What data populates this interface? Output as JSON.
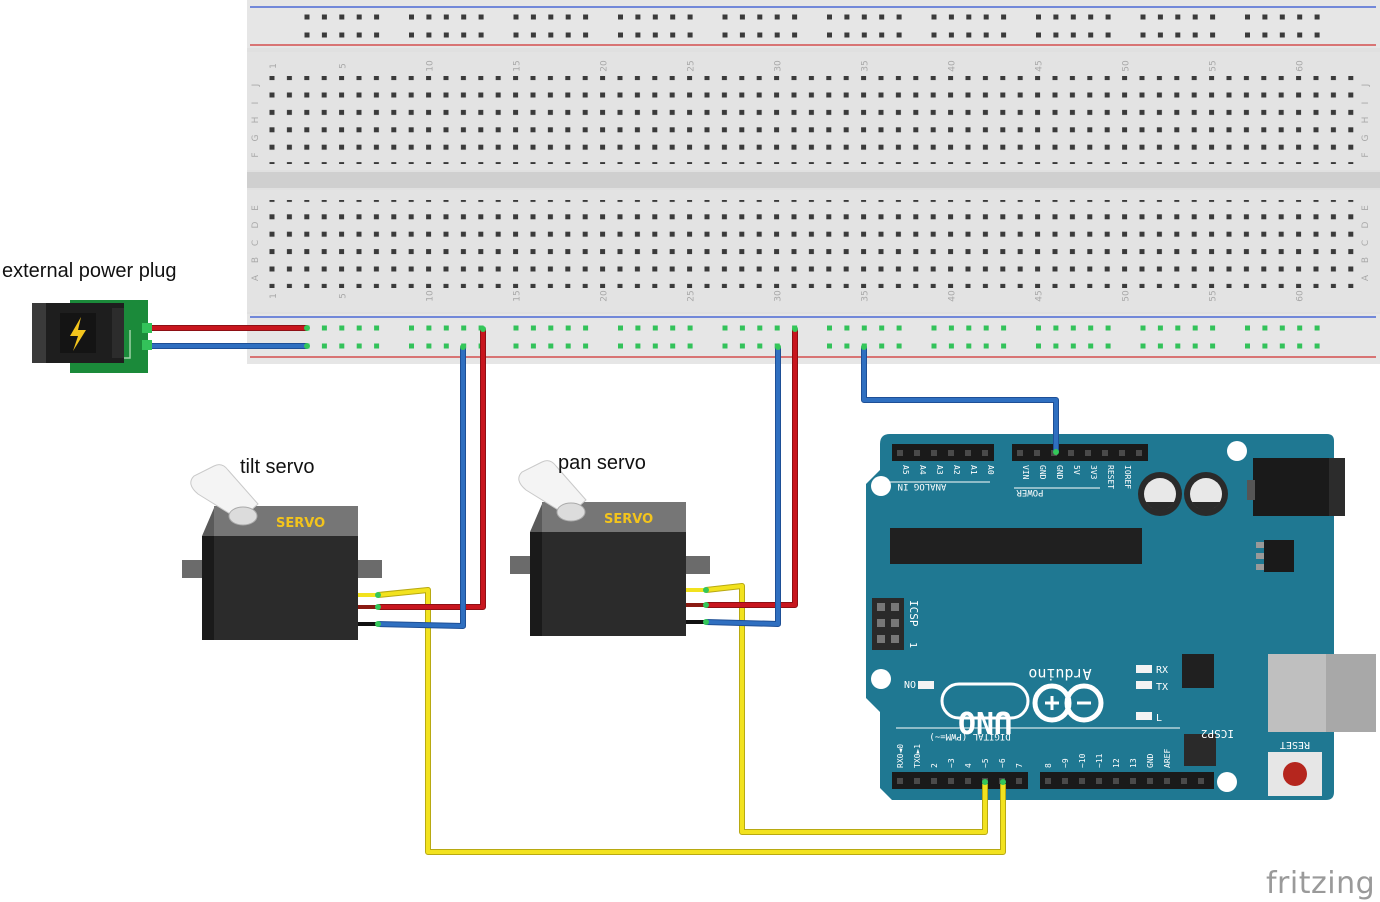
{
  "labels": {
    "power_plug": "external power plug",
    "tilt_servo": "tilt servo",
    "pan_servo": "pan servo",
    "servo_body": "SERVO",
    "watermark": "fritzing"
  },
  "breadboard": {
    "column_numbers": [
      "1",
      "5",
      "10",
      "15",
      "20",
      "25",
      "30",
      "35",
      "40",
      "45",
      "50",
      "55",
      "60"
    ],
    "row_letters_top": [
      "J",
      "I",
      "H",
      "G",
      "F"
    ],
    "row_letters_bottom": [
      "E",
      "D",
      "C",
      "B",
      "A"
    ]
  },
  "arduino": {
    "board_name": "Arduino",
    "model": "UNO",
    "analog_header_title": "ANALOG IN",
    "analog_pins": [
      "A5",
      "A4",
      "A3",
      "A2",
      "A1",
      "A0"
    ],
    "power_header_title": "POWER",
    "power_pins": [
      "VIN",
      "GND",
      "GND",
      "5V",
      "3V3",
      "RESET",
      "IOREF"
    ],
    "digital_header_title": "DIGITAL (PWM=~)",
    "digital_pins_low": [
      "RX0◄0",
      "TX0►1",
      "2",
      "~3",
      "4",
      "~5",
      "~6",
      "7"
    ],
    "digital_pins_high": [
      "8",
      "~9",
      "~10",
      "~11",
      "12",
      "13",
      "GND",
      "AREF"
    ],
    "icsp_label": "ICSP",
    "icsp2_label": "ICSP2",
    "on_label": "ON",
    "rx_label": "RX",
    "tx_label": "TX",
    "l_label": "L",
    "reset_label": "RESET",
    "pin_one_label": "1"
  },
  "colors": {
    "wire_red": "#c8161e",
    "wire_blue": "#2f6fc0",
    "wire_yellow": "#f2e21e",
    "arduino_board": "#1f7892",
    "breadboard": "#dedede",
    "pcb_green": "#1b8a3a"
  },
  "icons": [
    "lightning-bolt-icon",
    "fritzing-logo"
  ]
}
